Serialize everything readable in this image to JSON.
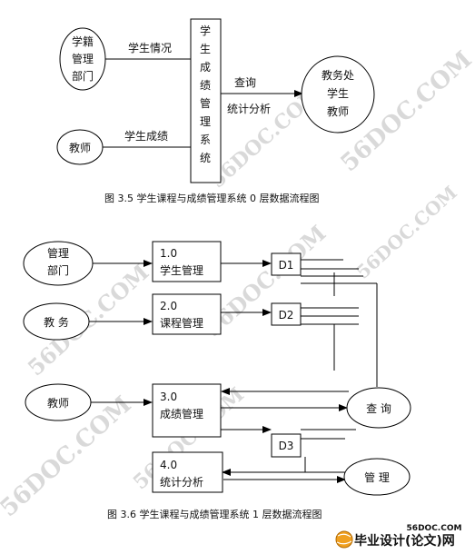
{
  "top": {
    "student_dept": [
      "学籍",
      "管理",
      "部门"
    ],
    "teacher": "教师",
    "system": [
      "学",
      "生",
      "成",
      "绩",
      "管",
      "理",
      "系",
      "统"
    ],
    "academic_office": [
      "教务处",
      "学生",
      "教师"
    ],
    "flow_student_info": "学生情况",
    "flow_student_grades": "学生成绩",
    "flow_query": "查询",
    "flow_stats": "统计分析",
    "caption": "图 3.5    学生课程与成绩管理系统 0 层数据流程图"
  },
  "bottom": {
    "mgmt_dept": [
      "管理",
      "部门"
    ],
    "academic": "教 务",
    "teacher": "教师",
    "query": "查 询",
    "manage": "管 理",
    "p1": {
      "num": "1.0",
      "name": "学生管理"
    },
    "p2": {
      "num": "2.0",
      "name": "课程管理"
    },
    "p3": {
      "num": "3.0",
      "name": "成绩管理"
    },
    "p4": {
      "num": "4.0",
      "name": "统计分析"
    },
    "d1": "D1",
    "d2": "D2",
    "d3": "D3",
    "caption": "图 3.6    学生课程与成绩管理系统 1 层数据流程图"
  },
  "watermark": "56DOC.COM",
  "brand": {
    "site": "56DOC.COM",
    "tagline": "毕业设计(论文)网"
  }
}
